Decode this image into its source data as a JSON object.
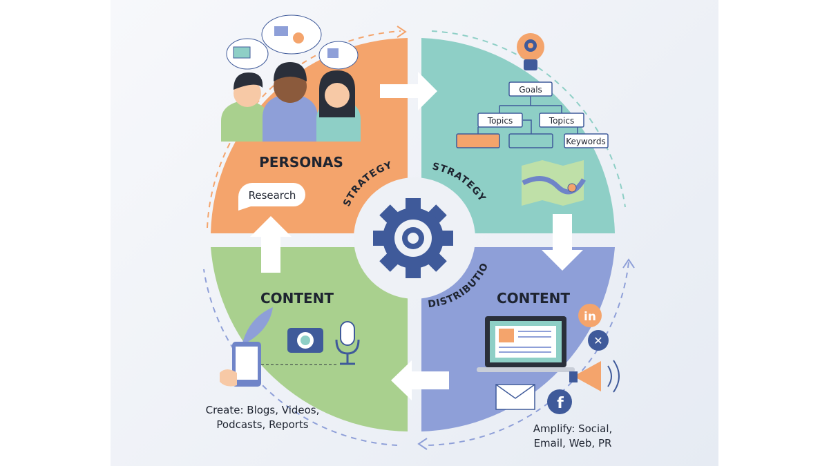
{
  "quadrants": {
    "top_left": {
      "title": "PERSONAS",
      "arc_label": "STRATEGY",
      "bubble": "Research",
      "color": "#F4A46C"
    },
    "top_right": {
      "arc_label": "STRATEGY",
      "color": "#8ECFC6",
      "tree": {
        "root": "Goals",
        "topic_1": "Topics",
        "topic_2": "Topics",
        "leaf": "Keywords"
      }
    },
    "bottom_left": {
      "title": "CONTENT",
      "caption_line1": "Create: Blogs, Videos,",
      "caption_line2": "Podcasts, Reports",
      "color": "#A9D08E"
    },
    "bottom_right": {
      "title": "CONTENT",
      "arc_label": "DISTRIBUTION",
      "caption_line1": "Amplify: Social,",
      "caption_line2": "Email, Web, PR",
      "color": "#8E9FD8",
      "social": {
        "linkedin": "in",
        "x": "✕",
        "facebook": "f"
      }
    }
  },
  "center": {
    "icon": "gear-icon",
    "color": "#3F5A9A"
  }
}
